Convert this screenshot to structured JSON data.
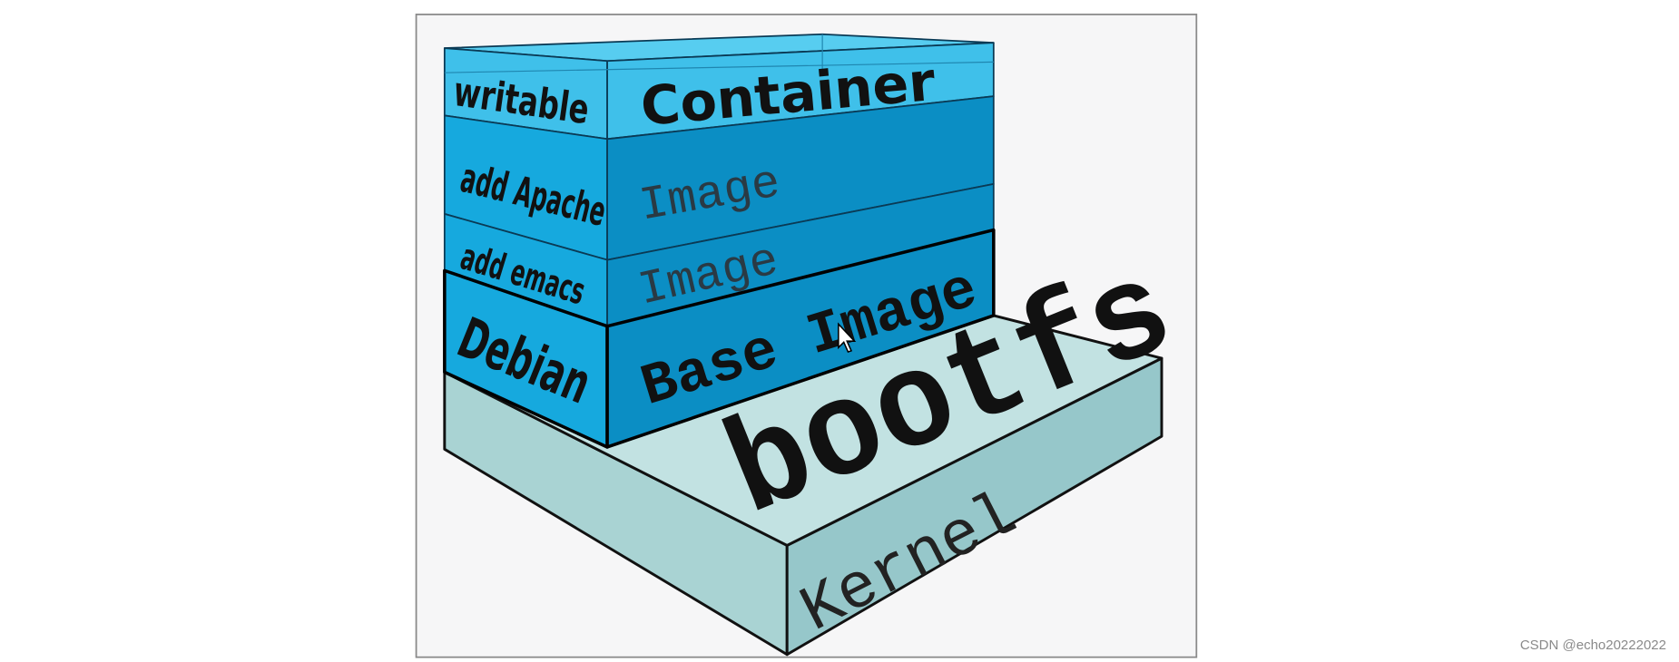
{
  "diagram": {
    "layers": {
      "container": {
        "side_label": "writable",
        "front_label": "Container"
      },
      "apache": {
        "side_label": "add Apache",
        "front_label": "Image"
      },
      "emacs": {
        "side_label": "add emacs",
        "front_label": "Image"
      },
      "base": {
        "side_label": "Debian",
        "front_label": "Base Image"
      },
      "bootfs": {
        "label": "bootfs"
      },
      "kernel": {
        "label": "Kernel"
      }
    },
    "colors": {
      "container_top": "#3fc0ea",
      "blue_side": "#16a9de",
      "blue_front": "#0b8ec4",
      "slab_top": "#c2e2e2",
      "slab_left": "#a9d3d3",
      "slab_right": "#96c7ca",
      "background": "#f6f6f7"
    }
  },
  "watermark": "CSDN @echo20222022"
}
